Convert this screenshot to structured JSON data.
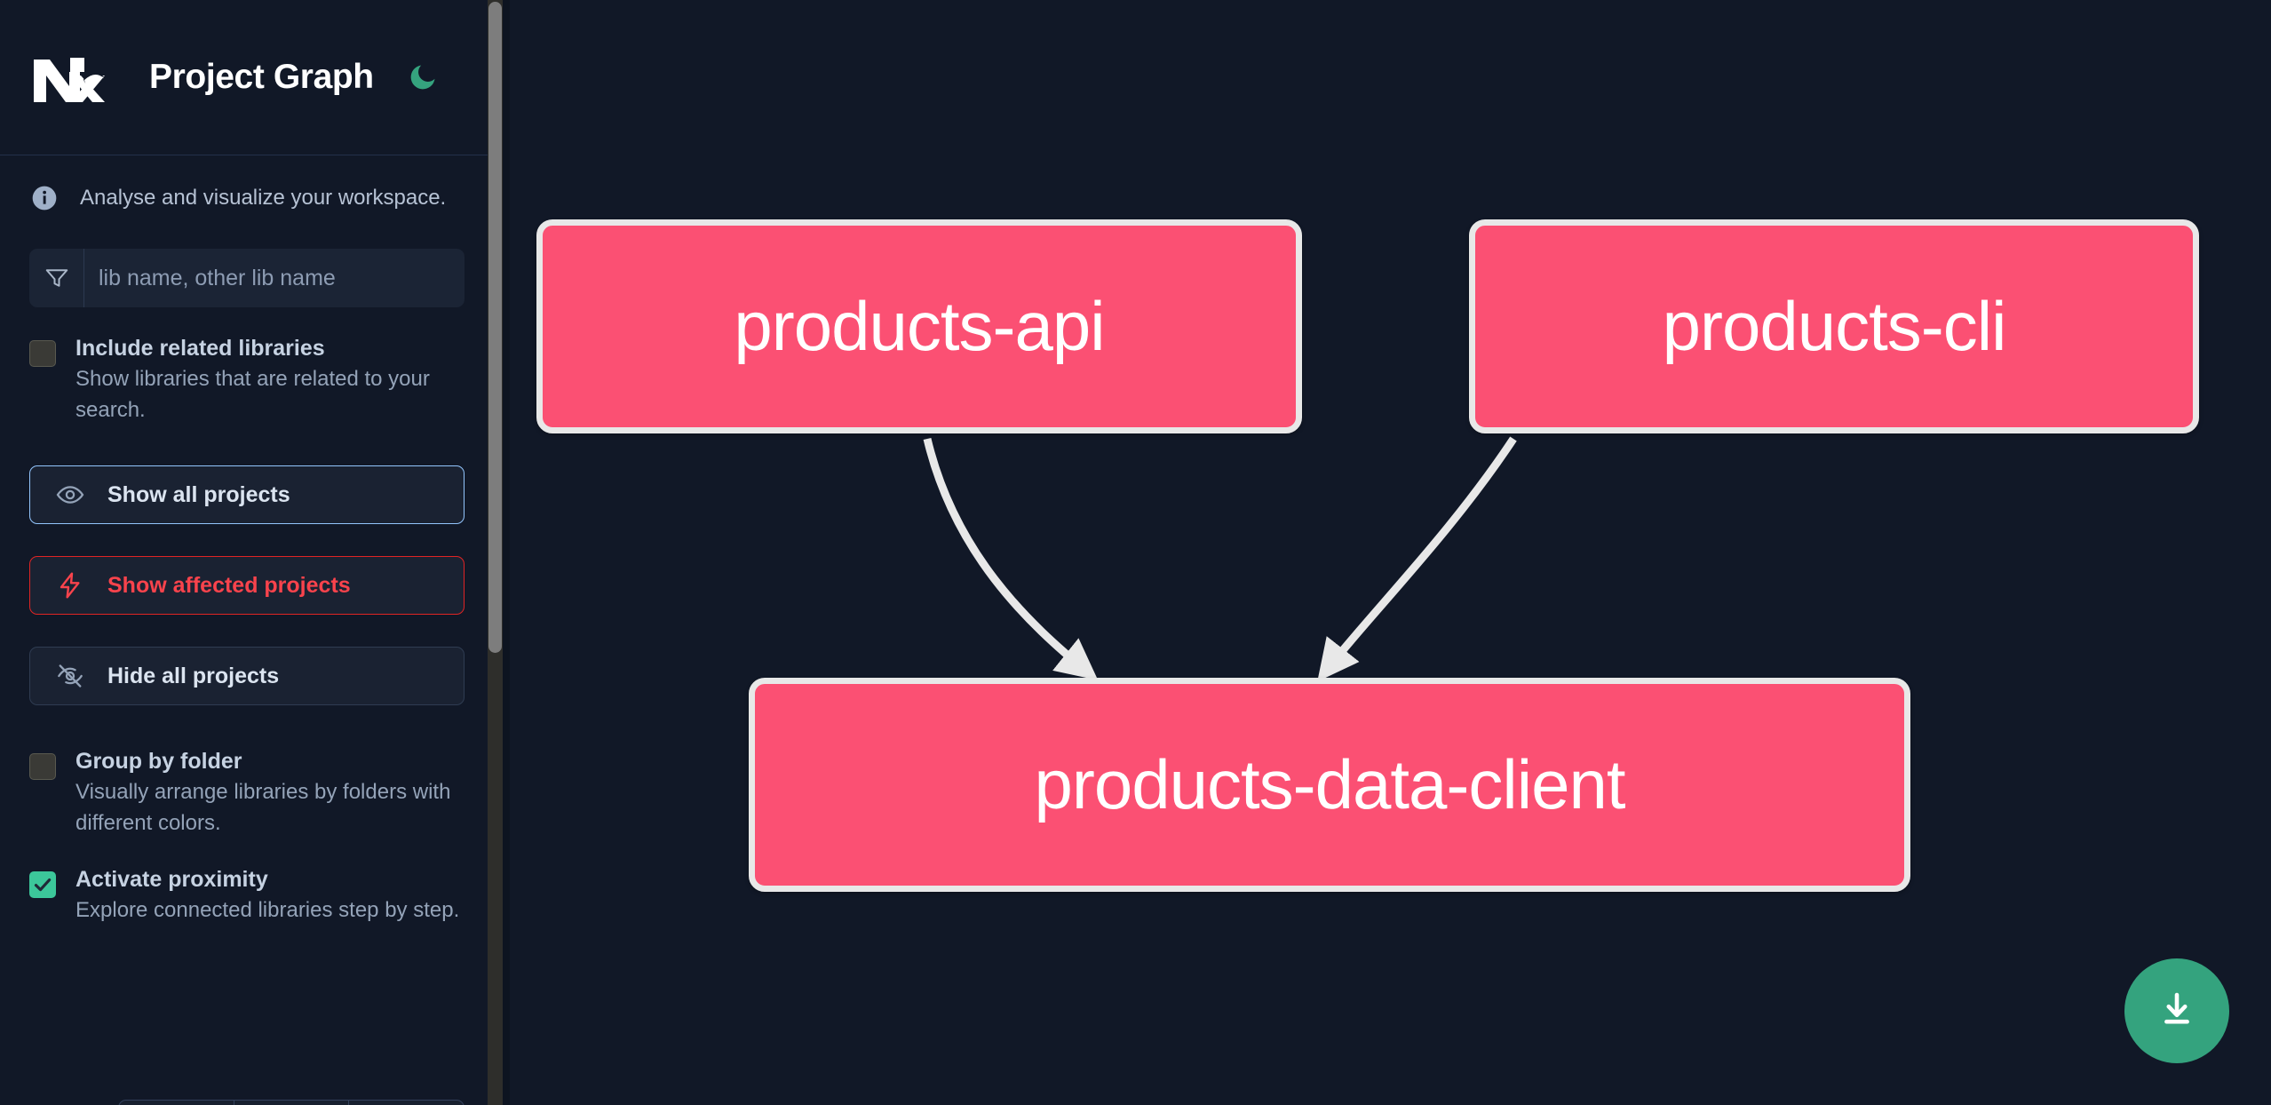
{
  "app": {
    "title": "Project Graph",
    "logo_icon": "nx-logo-icon",
    "theme_toggle_icon": "moon-icon",
    "tagline": "Analyse and visualize your workspace.",
    "tagline_icon": "info-icon"
  },
  "search": {
    "icon": "filter-icon",
    "placeholder": "lib name, other lib name",
    "value": ""
  },
  "options": [
    {
      "name": "include-related-libraries",
      "label": "Include related libraries",
      "description": "Show libraries that are related to your search.",
      "checked": false
    },
    {
      "name": "group-by-folder",
      "label": "Group by folder",
      "description": "Visually arrange libraries by folders with different colors.",
      "checked": false
    },
    {
      "name": "activate-proximity",
      "label": "Activate proximity",
      "description": "Explore connected libraries step by step.",
      "checked": true
    }
  ],
  "actions": [
    {
      "name": "show-all-projects",
      "label": "Show all projects",
      "icon": "eye-icon"
    },
    {
      "name": "show-affected-projects",
      "label": "Show affected projects",
      "icon": "lightning-icon"
    },
    {
      "name": "hide-all-projects",
      "label": "Hide all projects",
      "icon": "eye-off-icon"
    }
  ],
  "segmented_control": [
    "",
    "",
    ""
  ],
  "download_button": {
    "icon": "download-icon",
    "label": ""
  },
  "colors": {
    "sidebar_bg": "#111827",
    "graph_bg": "#111827",
    "node_fill": "#fb5073",
    "node_border": "#e8e8e8",
    "accent_green": "#34a37e",
    "affected_red": "#f8434c",
    "focus_blue": "#93c5fd",
    "checkbox_checked": "#3cc79a"
  },
  "graph": {
    "nodes": [
      {
        "id": "products-api",
        "label": "products-api"
      },
      {
        "id": "products-cli",
        "label": "products-cli"
      },
      {
        "id": "products-data-client",
        "label": "products-data-client"
      }
    ],
    "edges": [
      {
        "from": "products-api",
        "to": "products-data-client"
      },
      {
        "from": "products-cli",
        "to": "products-data-client"
      }
    ]
  }
}
